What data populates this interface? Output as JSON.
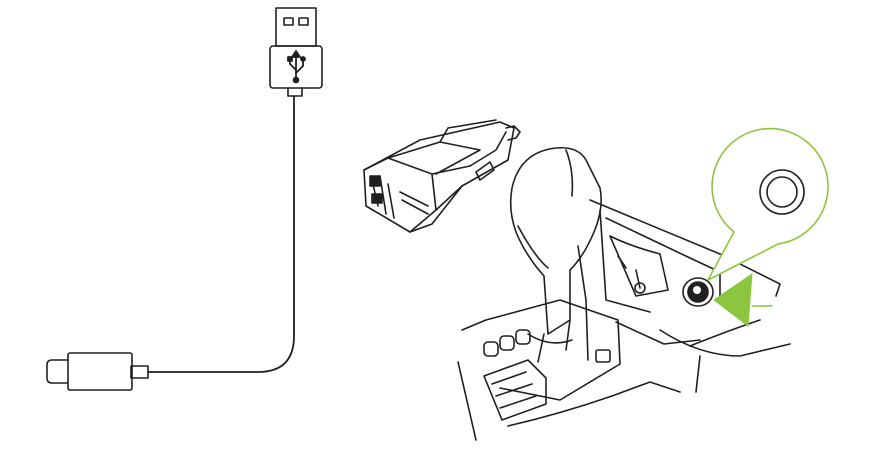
{
  "diagram": {
    "accent_color": "#8cc63f",
    "line_color": "#231f20",
    "components": [
      {
        "name": "usb-a-connector",
        "icon": "usb-icon"
      },
      {
        "name": "charging-cable"
      },
      {
        "name": "usb-c-connector"
      },
      {
        "name": "car-charger-adapter"
      },
      {
        "name": "car-gear-shifter"
      },
      {
        "name": "cigarette-lighter-socket"
      },
      {
        "name": "socket-zoom-callout"
      },
      {
        "name": "insert-direction-arrow",
        "icon": "arrow-icon"
      }
    ]
  }
}
